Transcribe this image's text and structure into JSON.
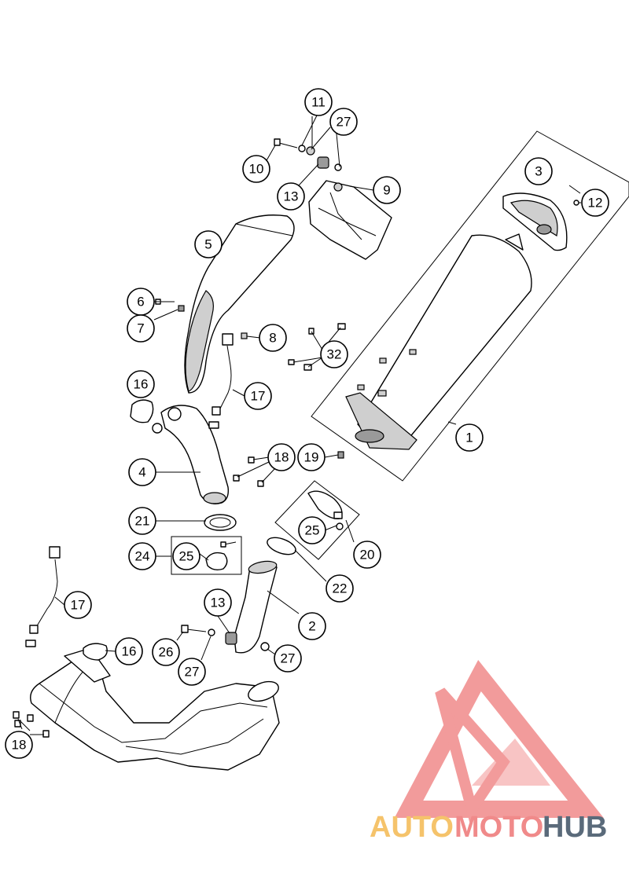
{
  "callouts": {
    "c1": "1",
    "c2": "2",
    "c3": "3",
    "c4": "4",
    "c5": "5",
    "c6": "6",
    "c7": "7",
    "c8": "8",
    "c9": "9",
    "c10": "10",
    "c11": "11",
    "c12": "12",
    "c13a": "13",
    "c13b": "13",
    "c16a": "16",
    "c16b": "16",
    "c17a": "17",
    "c17b": "17",
    "c18a": "18",
    "c18b": "18",
    "c19": "19",
    "c20": "20",
    "c21": "21",
    "c22": "22",
    "c24": "24",
    "c25a": "25",
    "c25b": "25",
    "c26": "26",
    "c27a": "27",
    "c27b": "27",
    "c27c": "27",
    "c32": "32"
  },
  "watermark": {
    "part1": "AUTO",
    "part2": "MOTO",
    "part3": "HUB",
    "color_logo": "#f08a8a",
    "color_auto": "#f5c36b",
    "color_moto": "#f08a8a",
    "color_hub": "#5a6a7a"
  }
}
